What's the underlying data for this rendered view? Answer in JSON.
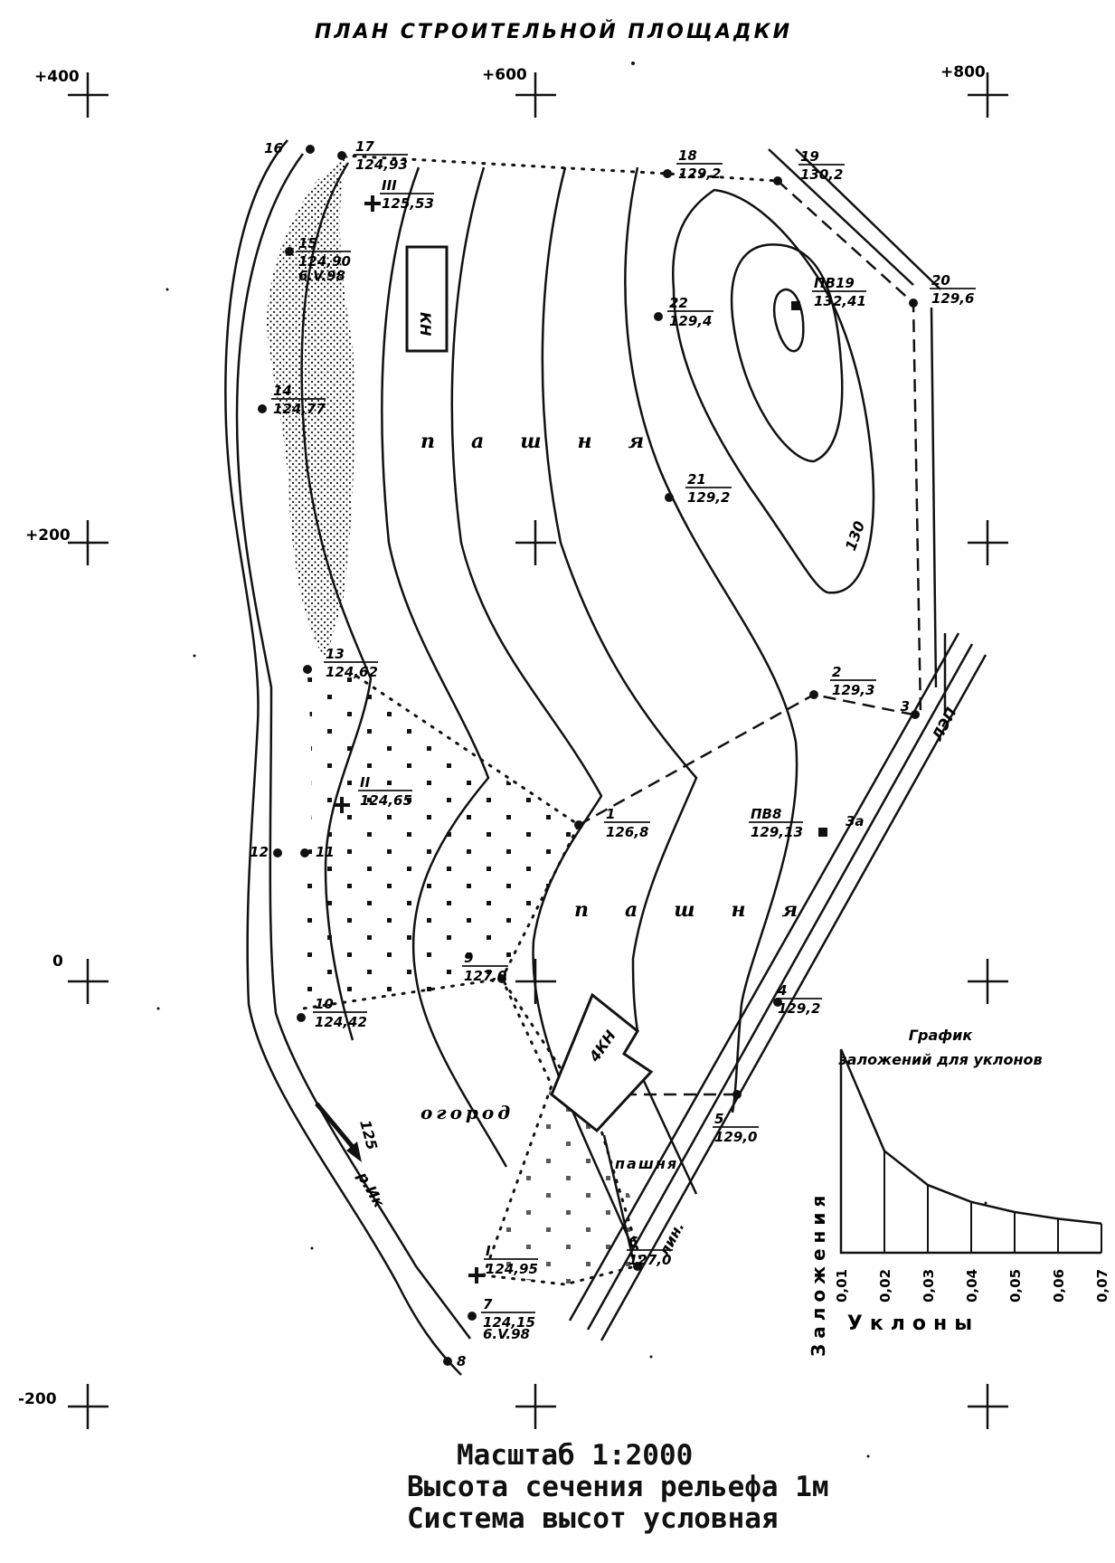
{
  "title": "ПЛАН СТРОИТЕЛЬНОЙ ПЛОЩАДКИ",
  "grid_labels": [
    "+400",
    "+600",
    "+800",
    "+200",
    "0",
    "-200"
  ],
  "points": [
    {
      "num": "16",
      "elev": ""
    },
    {
      "num": "17",
      "elev": "124,93"
    },
    {
      "num": "III",
      "elev": "125,53"
    },
    {
      "num": "18",
      "elev": "129,2"
    },
    {
      "num": "19",
      "elev": "130,2"
    },
    {
      "num": "15",
      "elev": "124,90"
    },
    {
      "num": "",
      "elev": "6.V.98"
    },
    {
      "num": "22",
      "elev": "129,4"
    },
    {
      "num": "ПВ19",
      "elev": "132,41"
    },
    {
      "num": "20",
      "elev": "129,6"
    },
    {
      "num": "14",
      "elev": "124,77"
    },
    {
      "num": "21",
      "elev": "129,2"
    },
    {
      "num": "13",
      "elev": "124,62"
    },
    {
      "num": "2",
      "elev": "129,3"
    },
    {
      "num": "3",
      "elev": ""
    },
    {
      "num": "II",
      "elev": "124,65"
    },
    {
      "num": "1",
      "elev": "126,8"
    },
    {
      "num": "ПВ8",
      "elev": "129,13"
    },
    {
      "num": "3а",
      "elev": ""
    },
    {
      "num": "12",
      "elev": ""
    },
    {
      "num": "11",
      "elev": ""
    },
    {
      "num": "9",
      "elev": "127,0"
    },
    {
      "num": "10",
      "elev": "124,42"
    },
    {
      "num": "4",
      "elev": "129,2"
    },
    {
      "num": "5",
      "elev": "129,0"
    },
    {
      "num": "6",
      "elev": "127,0"
    },
    {
      "num": "I",
      "elev": "124,95"
    },
    {
      "num": "7",
      "elev": "124,15"
    },
    {
      "num": "",
      "elev": "6.V.98"
    },
    {
      "num": "8",
      "elev": ""
    }
  ],
  "land_labels": {
    "arable_1": "пашня",
    "arable_2": "пашня",
    "arable_3": "пашня",
    "garden": "огород"
  },
  "buildings": [
    "КН",
    "4КН"
  ],
  "contour_labels": [
    "130",
    "125"
  ],
  "river_label": "р.Ик",
  "powerline_labels": [
    "ЛЭП",
    "лин."
  ],
  "slope_chart": {
    "type": "line",
    "title": "График заложений для уклонов",
    "ylabel": "Заложения",
    "xlabel": "Уклоны",
    "categories": [
      "0,01",
      "0,02",
      "0,03",
      "0,04",
      "0,05",
      "0,06",
      "0,07"
    ],
    "values": [
      1.0,
      0.5,
      0.333,
      0.25,
      0.2,
      0.167,
      0.143
    ]
  },
  "legend": {
    "scale": "Масштаб 1:2000",
    "contour_interval": "Высота сечения рельефа 1м",
    "height_system": "Система высот условная"
  }
}
